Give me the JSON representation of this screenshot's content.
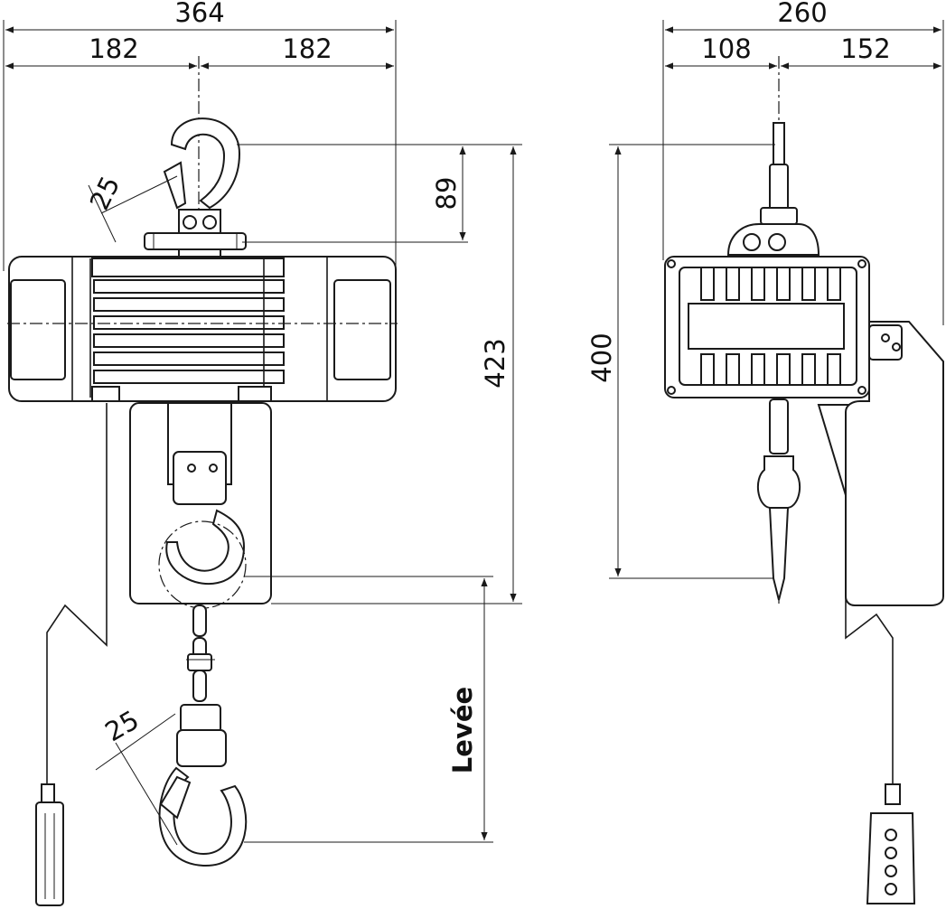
{
  "dimensions": {
    "front_total_width": "364",
    "front_half_left": "182",
    "front_half_right": "182",
    "hook_top_height": "89",
    "total_height": "423",
    "hook_opening_top": "25",
    "hook_opening_bottom": "25",
    "lift": "Levée",
    "side_total_width": "260",
    "side_left": "108",
    "side_right": "152",
    "side_height": "400"
  }
}
